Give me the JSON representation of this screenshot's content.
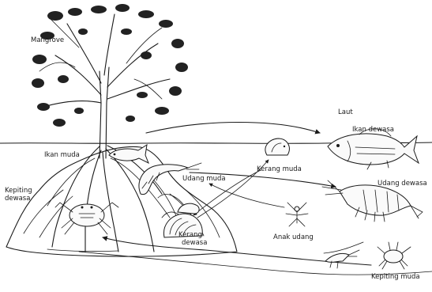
{
  "labels": {
    "mangrove": "Mangrove",
    "laut": "Laut",
    "ikan_dewasa": "Ikan dewasa",
    "ikan_muda": "Ikan muda",
    "kerang_muda": "Kerang muda",
    "udang_dewasa": "Udang dewasa",
    "udang_muda": "Udang muda",
    "kepiting_dewasa_1": "Kepiting",
    "kepiting_dewasa_2": "dewasa",
    "kerang_dewasa_1": "Kerang",
    "kerang_dewasa_2": "dewasa",
    "anak_udang": "Anak udang",
    "kepiting_muda": "Kepiting muda"
  },
  "colors": {
    "ink": "#1a1a1a",
    "background": "#ffffff",
    "foliage": "#222222"
  },
  "icons": [
    "mangrove-tree",
    "fish",
    "prawn",
    "crab",
    "clam",
    "larva"
  ]
}
